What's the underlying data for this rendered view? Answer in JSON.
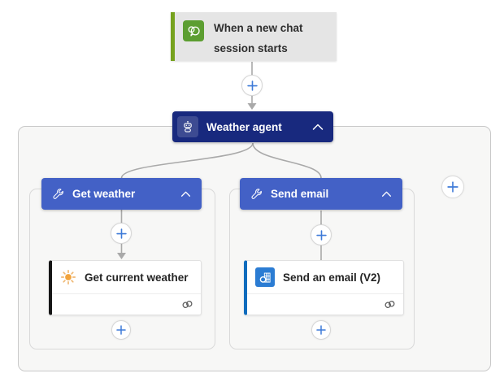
{
  "canvas": {
    "background": "#ffffff"
  },
  "colors": {
    "trigger_accent": "#76A21E",
    "trigger_icon_bg": "#5C9E31",
    "trigger_bg": "#E5E5E5",
    "agent_bg": "#18297E",
    "tool_header_bg": "#4361C6",
    "connector_gray": "#A9A9A9",
    "plus_blue": "#3F7BD8",
    "weather_card_accent": "#161616",
    "outlook_card_accent": "#0F6CBD",
    "outlook_icon_bg": "#2B7CD3",
    "sun_color": "#F2A33C"
  },
  "trigger": {
    "title": "When a new chat session starts",
    "icon": "chat-icon"
  },
  "agent": {
    "label": "Weather agent",
    "icon": "bot-icon",
    "collapse_icon": "chevron-up-icon"
  },
  "branches": [
    {
      "label": "Get weather",
      "icon": "wrench-icon",
      "collapse_icon": "chevron-up-icon",
      "action": {
        "label": "Get current weather",
        "icon": "sun-icon",
        "status_icon": "connection-icon"
      }
    },
    {
      "label": "Send email",
      "icon": "wrench-icon",
      "collapse_icon": "chevron-up-icon",
      "action": {
        "label": "Send an email (V2)",
        "icon": "outlook-icon",
        "status_icon": "connection-icon"
      }
    }
  ]
}
